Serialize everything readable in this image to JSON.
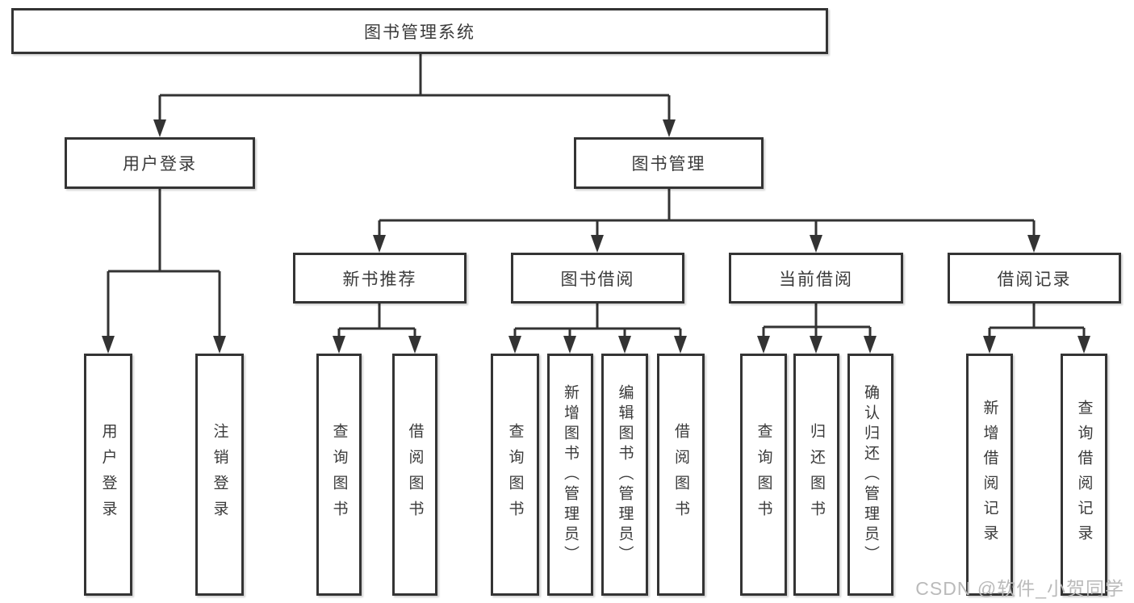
{
  "tree": {
    "root": "图书管理系统",
    "branches": [
      {
        "label": "用户登录",
        "children": [
          "用户登录",
          "注销登录"
        ]
      },
      {
        "label": "图书管理",
        "sections": [
          {
            "label": "新书推荐",
            "children": [
              "查询图书",
              "借阅图书"
            ]
          },
          {
            "label": "图书借阅",
            "children": [
              "查询图书",
              "新增图书（管理员）",
              "编辑图书（管理员）",
              "借阅图书"
            ]
          },
          {
            "label": "当前借阅",
            "children": [
              "查询图书",
              "归还图书",
              "确认归还（管理员）"
            ]
          },
          {
            "label": "借阅记录",
            "children": [
              "新增借阅记录",
              "查询借阅记录"
            ]
          }
        ]
      }
    ]
  },
  "watermark": "CSDN @软件_小贺同学",
  "colors": {
    "line": "#333333",
    "box_border": "#343434",
    "text": "#3a3a3a",
    "watermark": "#bababa",
    "background": "#ffffff"
  }
}
